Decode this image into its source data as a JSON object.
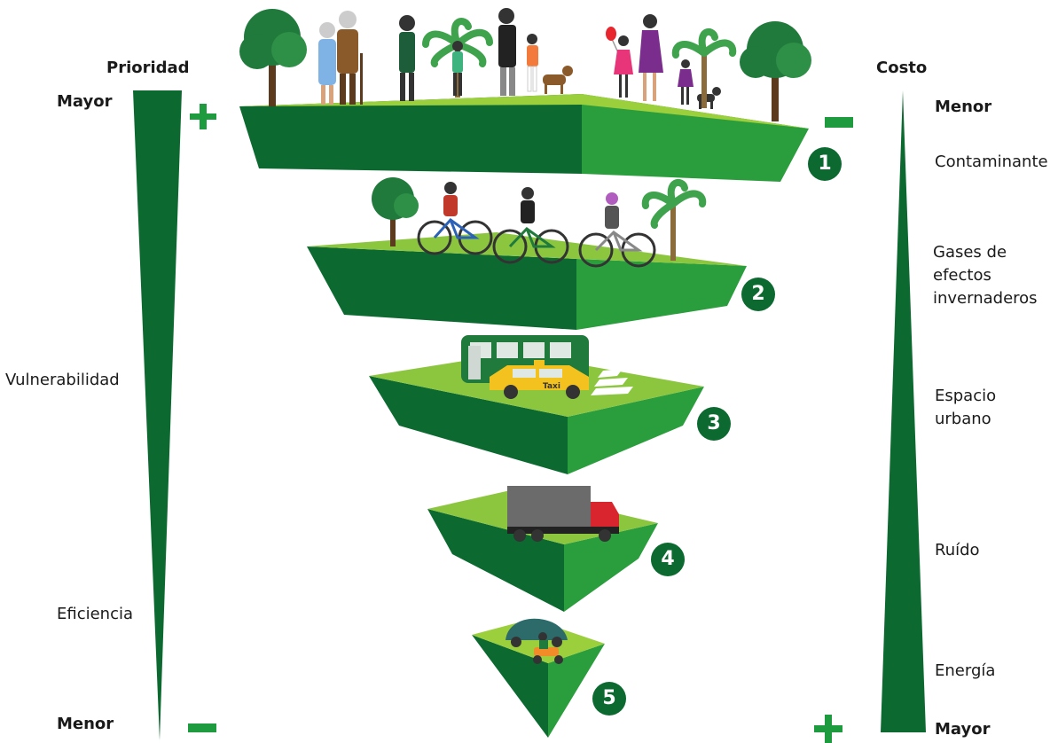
{
  "left_scale": {
    "header": "Prioridad",
    "top_label": "Mayor",
    "bottom_label": "Menor",
    "top_sign": "+",
    "bottom_sign": "−",
    "side_labels": [
      "Vulnerabilidad",
      "Eficiencia"
    ]
  },
  "right_scale": {
    "header": "Costo",
    "top_label": "Menor",
    "bottom_label": "Mayor",
    "top_sign": "−",
    "bottom_sign": "+",
    "side_labels": [
      "Contaminante",
      "Gases de efectos invernaderos",
      "Espacio urbano",
      "Ruído",
      "Energía"
    ]
  },
  "levels": [
    {
      "number": "1",
      "icons": [
        "tree-icon",
        "elderly-couple-icon",
        "pedestrian-icon",
        "palm-tree-icon",
        "child-icon",
        "pedestrian-icon",
        "child-icon",
        "dog-icon",
        "girl-balloon-icon",
        "woman-icon",
        "child-icon",
        "dog-icon",
        "palm-tree-icon",
        "tree-icon"
      ]
    },
    {
      "number": "2",
      "icons": [
        "tree-icon",
        "cyclist-icon",
        "cyclist-icon",
        "cyclist-icon",
        "palm-tree-icon"
      ]
    },
    {
      "number": "3",
      "icons": [
        "bus-icon",
        "taxi-icon",
        "crosswalk-icon"
      ],
      "taxi_text": "Taxi"
    },
    {
      "number": "4",
      "icons": [
        "truck-icon"
      ]
    },
    {
      "number": "5",
      "icons": [
        "car-icon",
        "motorcycle-icon"
      ]
    }
  ],
  "colors": {
    "dark_green": "#0c6a31",
    "mid_green": "#2a9d3c",
    "light_green": "#8cc63f",
    "top_green": "#9bcf3c"
  }
}
